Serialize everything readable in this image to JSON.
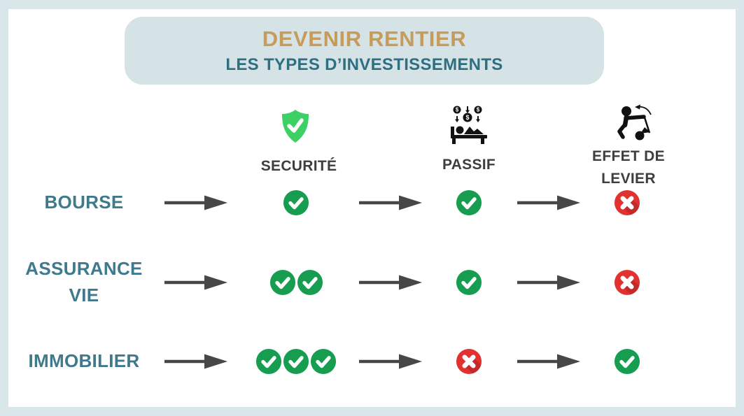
{
  "header": {
    "title": "DEVENIR RENTIER",
    "subtitle": "LES TYPES D’INVESTISSEMENTS"
  },
  "columns": [
    {
      "id": "securite",
      "label": "SECURITÉ",
      "icon": "shield-check-icon"
    },
    {
      "id": "passif",
      "label": "PASSIF",
      "icon": "passive-income-icon"
    },
    {
      "id": "levier",
      "label": "EFFET DE LEVIER",
      "icon": "leverage-icon"
    }
  ],
  "rows": [
    {
      "label": "BOURSE",
      "marks": {
        "securite": {
          "mark": "check",
          "count": 1
        },
        "passif": {
          "mark": "check",
          "count": 1
        },
        "levier": {
          "mark": "cross",
          "count": 1
        }
      }
    },
    {
      "label": "ASSURANCE VIE",
      "marks": {
        "securite": {
          "mark": "check",
          "count": 2
        },
        "passif": {
          "mark": "check",
          "count": 1
        },
        "levier": {
          "mark": "cross",
          "count": 1
        }
      }
    },
    {
      "label": "IMMOBILIER",
      "marks": {
        "securite": {
          "mark": "check",
          "count": 3
        },
        "passif": {
          "mark": "cross",
          "count": 1
        },
        "levier": {
          "mark": "check",
          "count": 1
        }
      }
    }
  ],
  "colors": {
    "frame": "#d9e7ea",
    "pill_bg": "#d5e3e6",
    "title_gold": "#c79b59",
    "subtitle_teal": "#2f7080",
    "row_teal": "#3f7a8c",
    "col_label": "#3e3e3e",
    "arrow": "#474747",
    "check_green": "#169d4f",
    "cross_red": "#e23131",
    "shield_green": "#3cd065",
    "icon_black": "#111111"
  }
}
